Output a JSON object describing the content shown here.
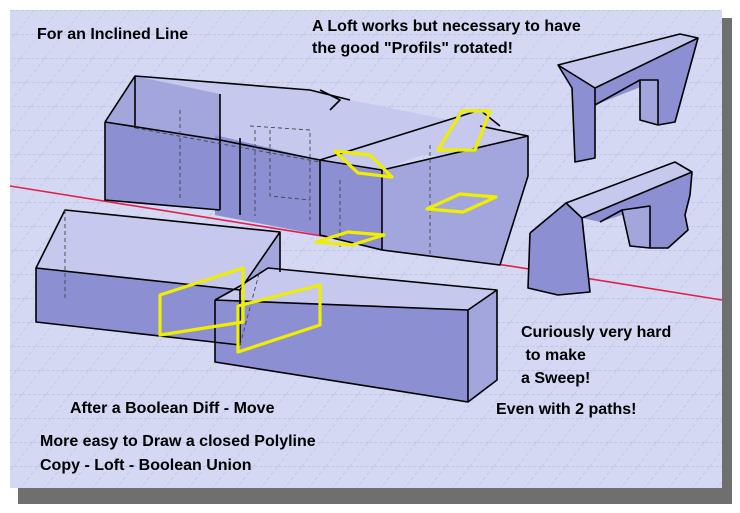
{
  "annotations": {
    "inclined_line": "For an Inclined Line",
    "loft_note_line1": "A Loft works but necessary to have",
    "loft_note_line2": "the good \"Profils\" rotated!",
    "sweep_note_line1": "Curiously very hard",
    "sweep_note_line2": " to make",
    "sweep_note_line3": "a Sweep!",
    "even_two_paths": "Even with 2 paths!",
    "boolean_diff": "After a Boolean Diff - Move",
    "easy_line1": "More easy to Draw a closed Polyline",
    "easy_line2": "Copy - Loft - Boolean Union"
  },
  "colors": {
    "background": "#d4d8f3",
    "grid_line": "#aeb4dc",
    "axis_line": "#e0204a",
    "solid_top": "#c6c8ee",
    "solid_front": "#8c8fd2",
    "solid_side": "#a3a6dd",
    "profile": "#f0ee00",
    "text": "#000000"
  }
}
